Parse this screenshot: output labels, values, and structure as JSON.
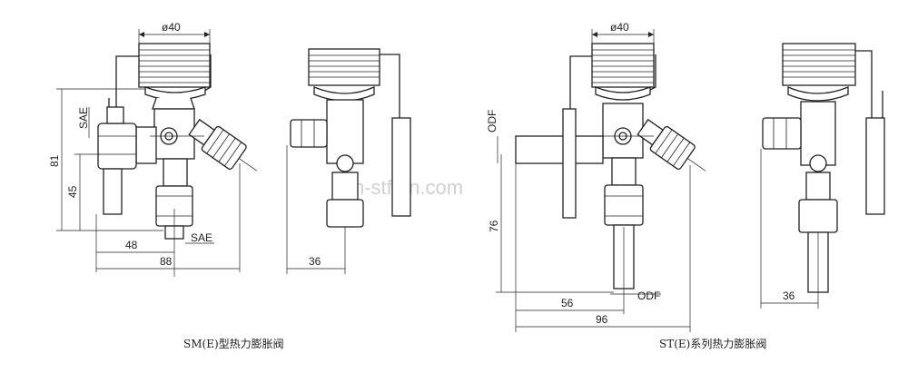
{
  "left": {
    "caption": "SM(E)型热力膨胀阀",
    "dims": {
      "top_diameter": "ø40",
      "height": "81",
      "lower_height": "45",
      "inlet_label": "SAE",
      "outlet_label": "SAE",
      "w1": "48",
      "w2": "88",
      "side_width": "36"
    }
  },
  "right": {
    "caption": "ST(E)系列热力膨胀阀",
    "dims": {
      "top_diameter": "ø40",
      "inlet_label": "ODF",
      "outlet_label": "ODF",
      "height": "76",
      "w1": "56",
      "w2": "96",
      "side_width": "36"
    }
  },
  "watermark": "sh-stf.en.com"
}
